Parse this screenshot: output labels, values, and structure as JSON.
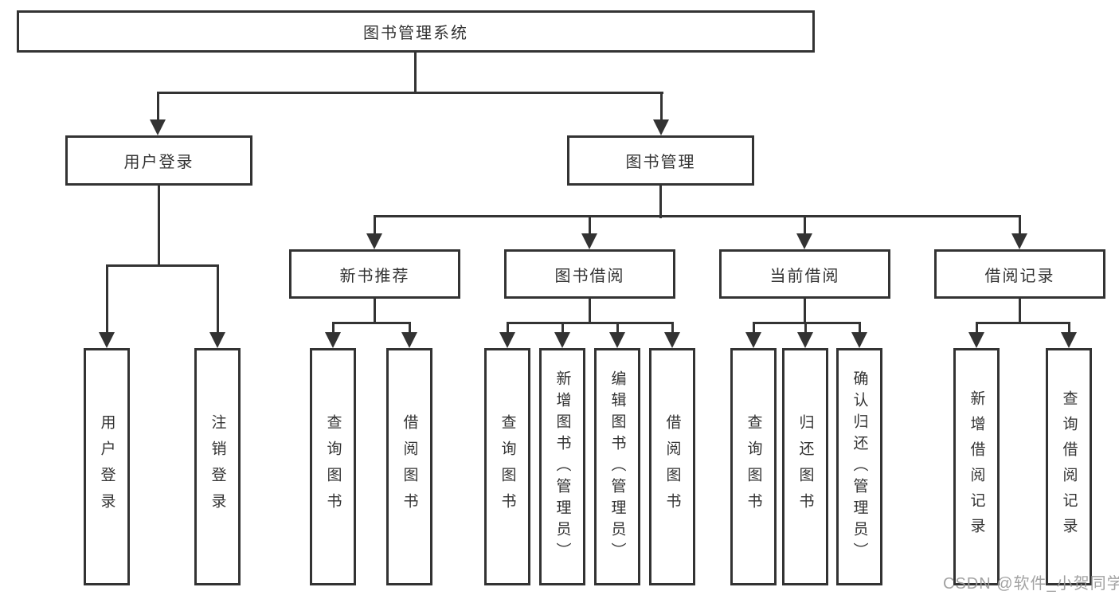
{
  "tree": {
    "root": {
      "label": "图书管理系统"
    },
    "children": [
      {
        "label": "用户登录",
        "children": [
          "用户登录",
          "注销登录"
        ]
      },
      {
        "label": "图书管理",
        "children": [
          {
            "label": "新书推荐",
            "children": [
              "查询图书",
              "借阅图书"
            ]
          },
          {
            "label": "图书借阅",
            "children": [
              "查询图书",
              "新增图书（管理员）",
              "编辑图书（管理员）",
              "借阅图书"
            ]
          },
          {
            "label": "当前借阅",
            "children": [
              "查询图书",
              "归还图书",
              "确认归还（管理员）"
            ]
          },
          {
            "label": "借阅记录",
            "children": [
              "新增借阅记录",
              "查询借阅记录"
            ]
          }
        ]
      }
    ]
  },
  "watermark": {
    "text": "CSDN @软件_小贺同学"
  },
  "colors": {
    "line": "#333333",
    "text": "#333333",
    "background": "#ffffff",
    "watermark": "#9b9b9b"
  }
}
